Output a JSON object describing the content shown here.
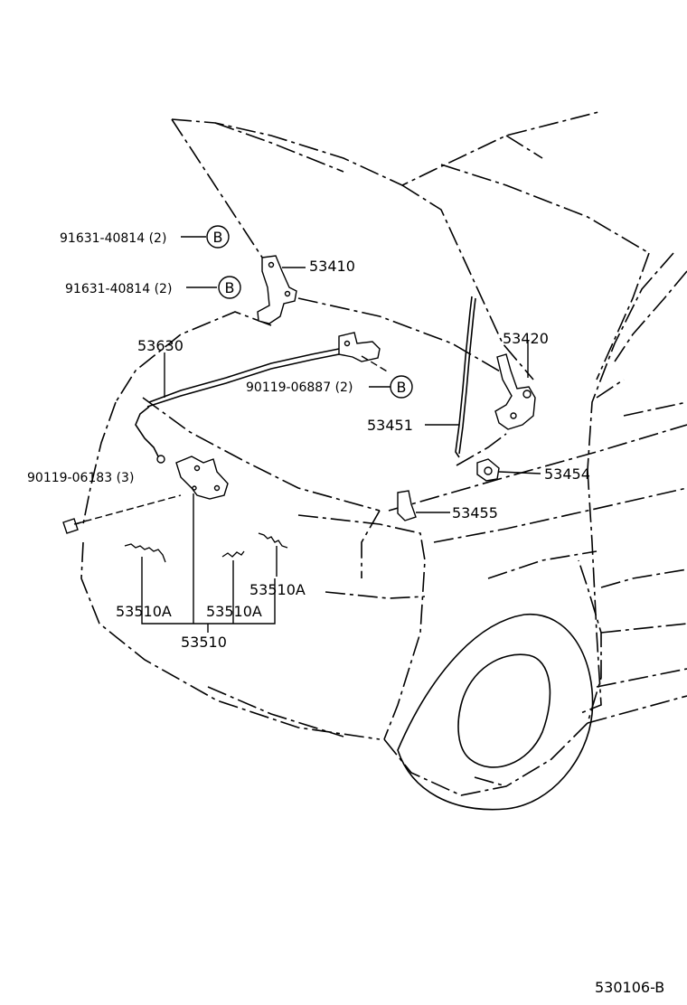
{
  "labels": {
    "bolt_b1": "91631-40814 (2)",
    "bolt_b2": "91631-40814 (2)",
    "hinge_left": "53410",
    "hinge_right": "53420",
    "cable": "53630",
    "bolt_hinge": "90119-06887 (2)",
    "bolt_lock": "90119-06183 (3)",
    "support_rod": "53451",
    "rod_holder": "53454",
    "rod_clip": "53455",
    "lock_spring_a1": "53510A",
    "lock_spring_a2": "53510A",
    "lock_spring_a3": "53510A",
    "lock_assy": "53510",
    "ref_b1": "B",
    "ref_b2": "B",
    "ref_b3": "B",
    "figure_code": "530106-B"
  }
}
